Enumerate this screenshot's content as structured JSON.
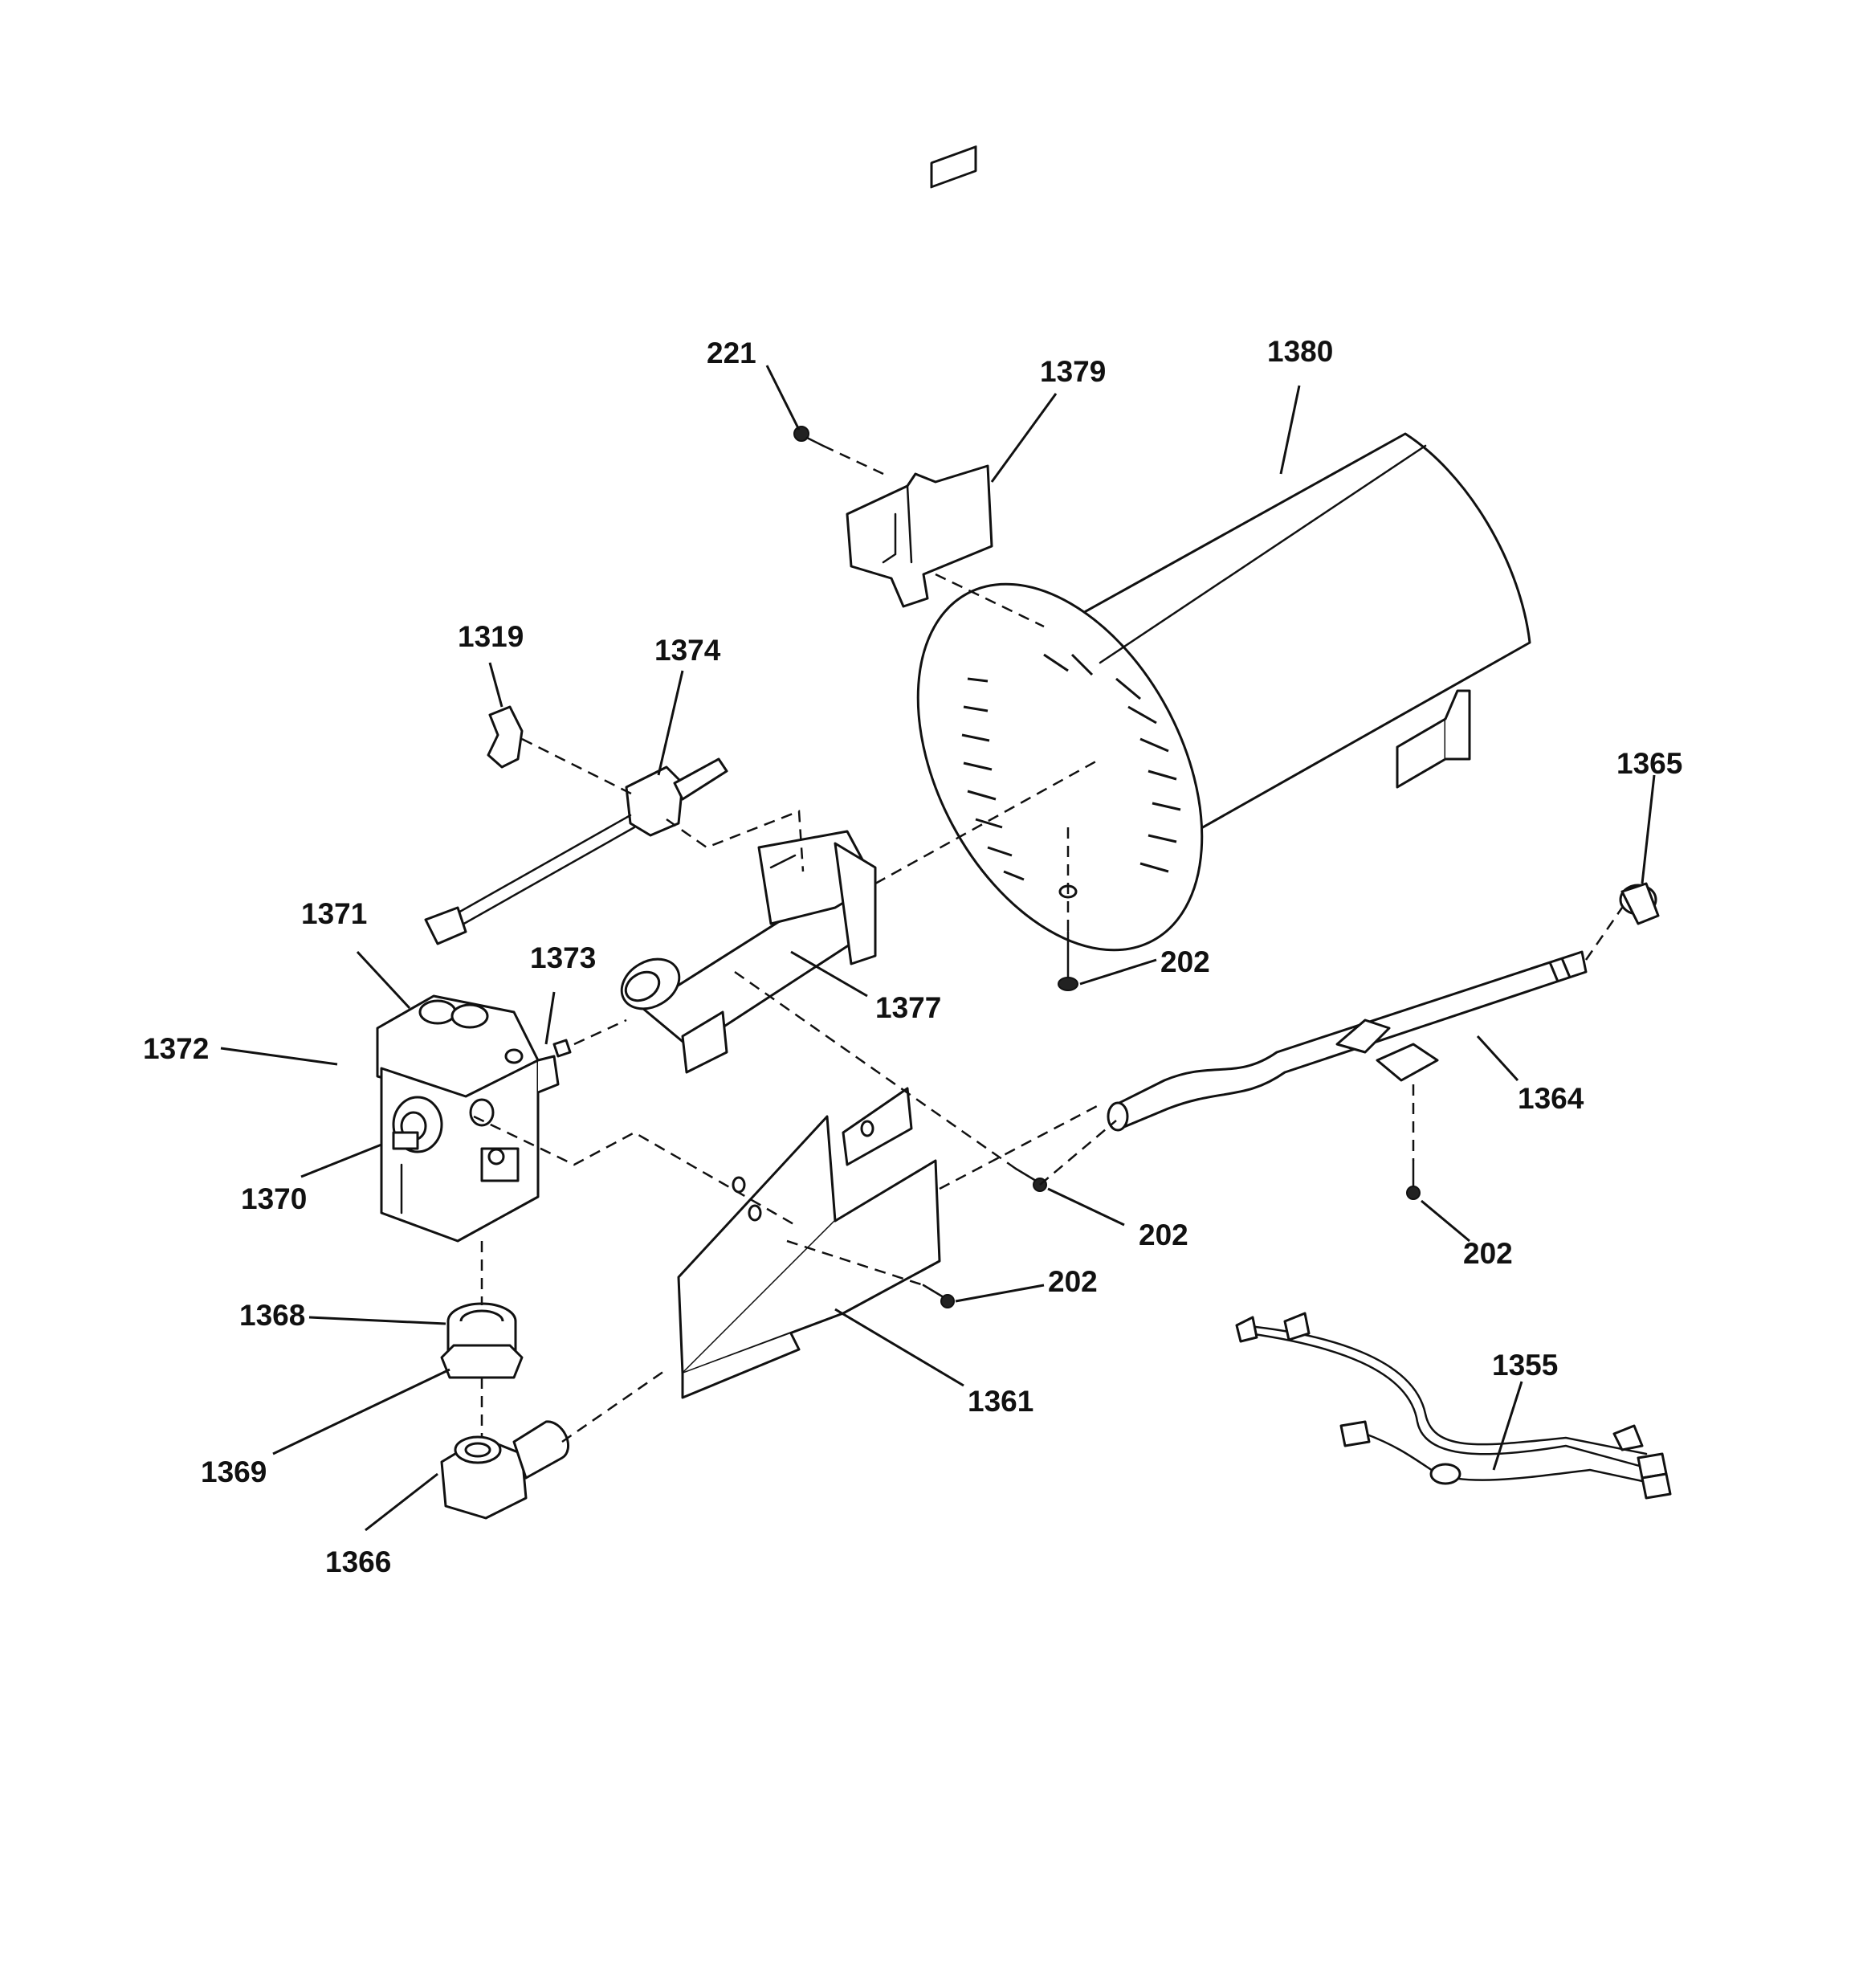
{
  "callouts": {
    "c221": "221",
    "c1379": "1379",
    "c1380": "1380",
    "c1319": "1319",
    "c1374": "1374",
    "c1365": "1365",
    "c1371": "1371",
    "c1373": "1373",
    "c202a": "202",
    "c1377": "1377",
    "c1372": "1372",
    "c1364": "1364",
    "c1370": "1370",
    "c202b": "202",
    "c202c": "202",
    "c202d": "202",
    "c1368": "1368",
    "c1355": "1355",
    "c1361": "1361",
    "c1369": "1369",
    "c1366": "1366"
  }
}
